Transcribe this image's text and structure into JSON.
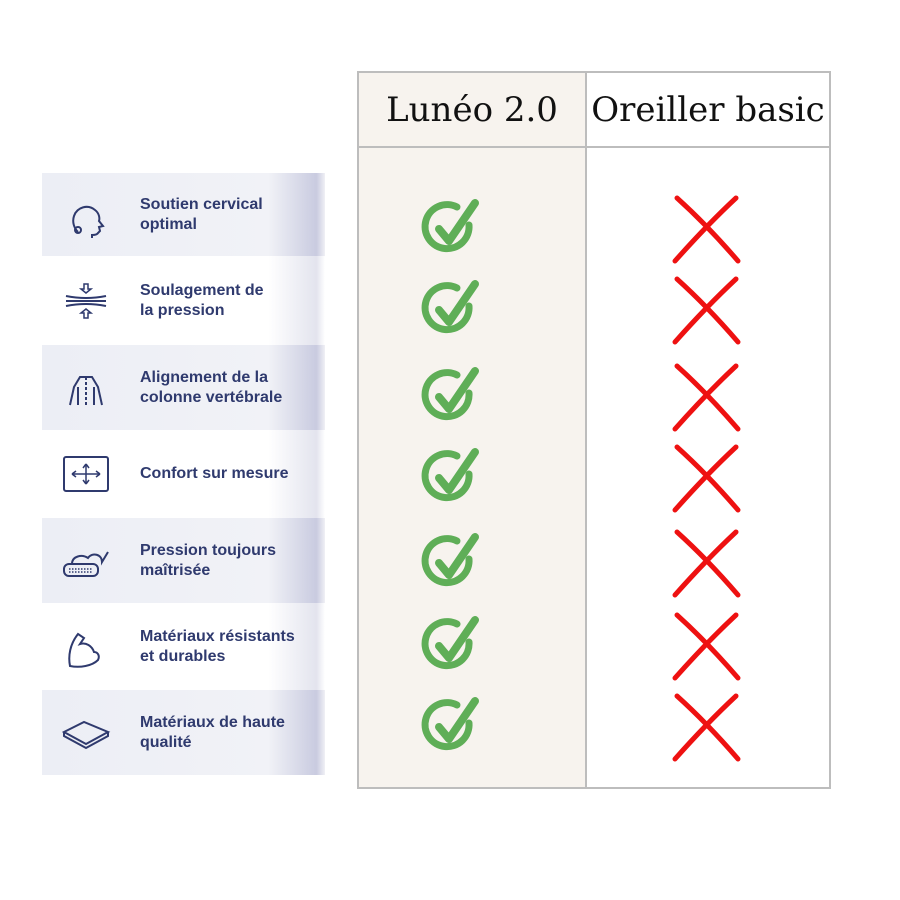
{
  "columns": {
    "product": "Lunéo 2.0",
    "competitor": "Oreiller basic"
  },
  "features": [
    {
      "label": "Soutien cervical\noptimal",
      "icon": "head-neck-icon",
      "product": true,
      "competitor": false
    },
    {
      "label": "Soulagement de\nla pression",
      "icon": "pressure-relief-icon",
      "product": true,
      "competitor": false
    },
    {
      "label": "Alignement de la\ncolonne vertébrale",
      "icon": "spine-icon",
      "product": true,
      "competitor": false
    },
    {
      "label": "Confort sur mesure",
      "icon": "resize-arrows-icon",
      "product": true,
      "competitor": false
    },
    {
      "label": "Pression toujours\nmaîtrisée",
      "icon": "memory-foam-icon",
      "product": true,
      "competitor": false
    },
    {
      "label": "Matériaux résistants\net durables",
      "icon": "muscle-arm-icon",
      "product": true,
      "competitor": false
    },
    {
      "label": "Matériaux de haute\nqualité",
      "icon": "pillow-icon",
      "product": true,
      "competitor": false
    }
  ],
  "colors": {
    "check": "#5fae57",
    "cross": "#ee1111",
    "text": "#2f3a6e",
    "product_bg": "#f7f3ee"
  }
}
